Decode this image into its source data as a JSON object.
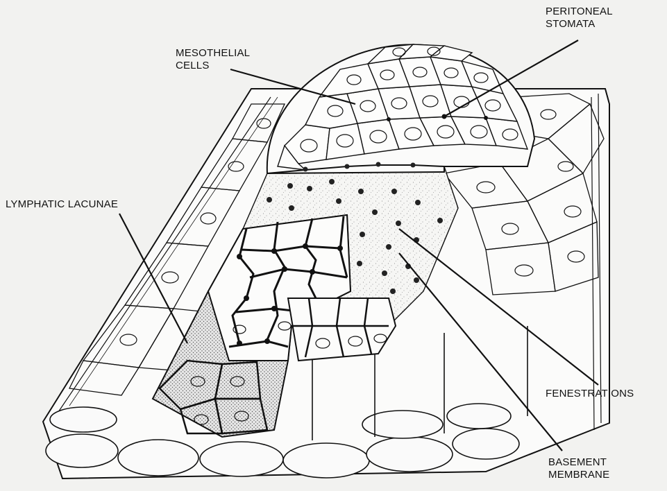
{
  "labels": {
    "peritoneal_stomata": [
      "PERITONEAL",
      "STOMATA"
    ],
    "mesothelial_cells": [
      "MESOTHELIAL",
      "CELLS"
    ],
    "lymphatic_lacunae": [
      "LYMPHATIC LACUNAE"
    ],
    "fenestrations": [
      "FENESTRATIONS"
    ],
    "basement_membrane": [
      "BASEMENT",
      "MEMBRANE"
    ]
  }
}
